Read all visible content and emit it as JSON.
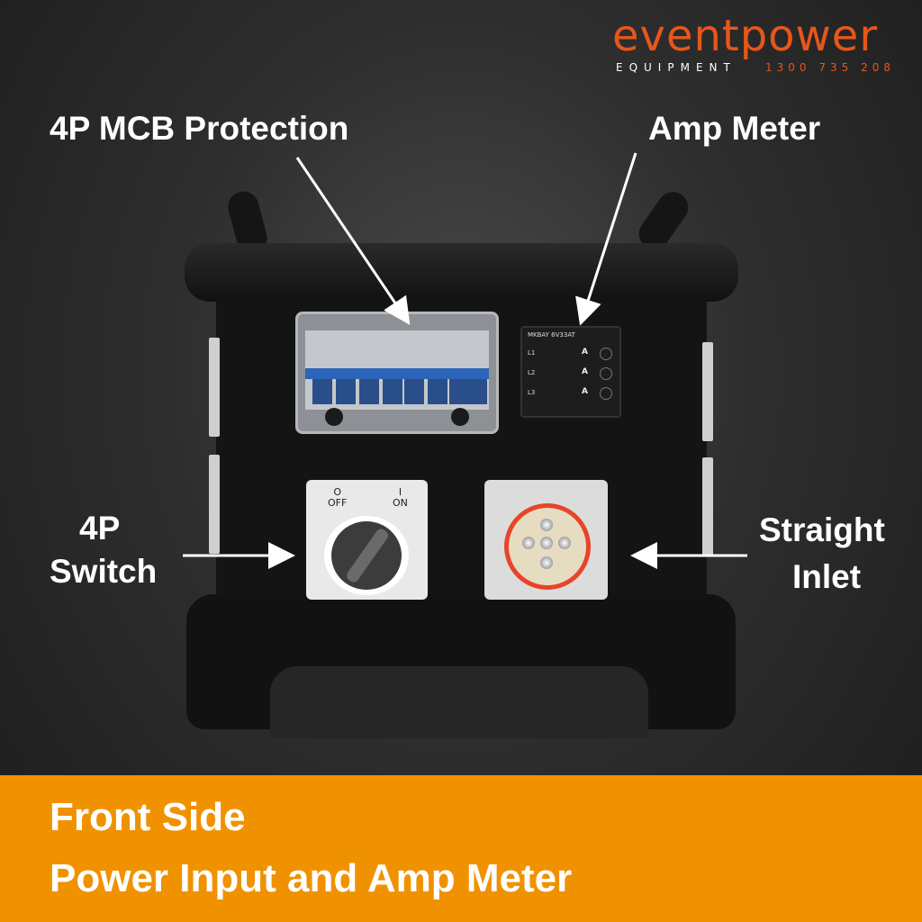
{
  "brand": {
    "name": "eventpower",
    "sub": "EQUIPMENT",
    "phone": "1300 735 208",
    "color": "#e8561a"
  },
  "callouts": {
    "mcb": "4P MCB Protection",
    "amp_meter": "Amp Meter",
    "switch_line1": "4P",
    "switch_line2": "Switch",
    "inlet_line1": "Straight",
    "inlet_line2": "Inlet"
  },
  "device": {
    "amp_meter": {
      "rows": [
        "L1",
        "L2",
        "L3"
      ],
      "unit": "A",
      "model": "MKBAY 6V33AT"
    },
    "switch": {
      "off_symbol": "O",
      "off_label": "OFF",
      "on_symbol": "I",
      "on_label": "ON"
    }
  },
  "footer": {
    "line1": "Front Side",
    "line2": "Power Input and Amp Meter",
    "color": "#f09200"
  }
}
